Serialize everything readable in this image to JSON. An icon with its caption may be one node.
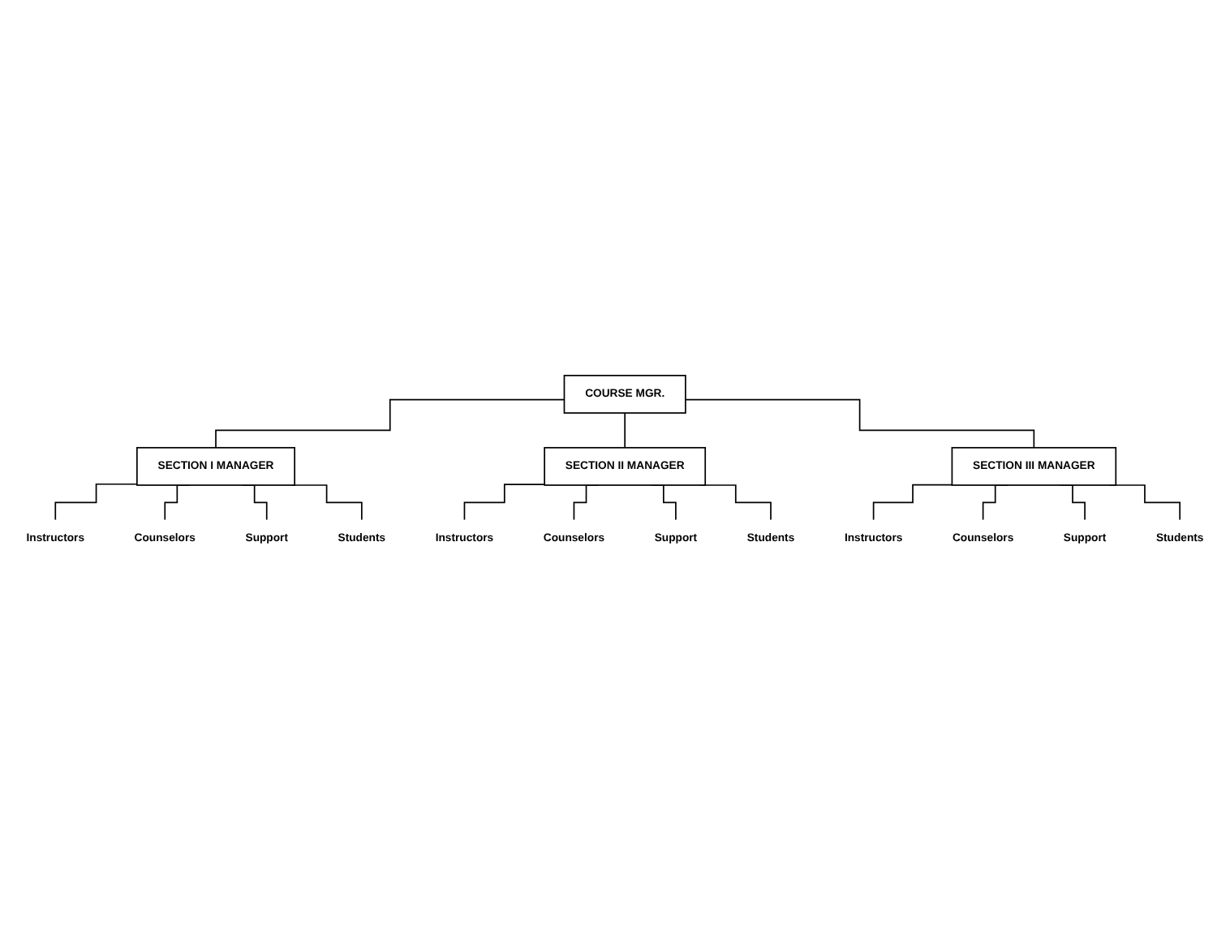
{
  "diagram": {
    "nodes": [
      {
        "text": [
          "COURSE MGR."
        ]
      },
      {
        "text": [
          "SECTION I MANAGER"
        ]
      },
      {
        "text": [
          "SECTION II MANAGER"
        ]
      },
      {
        "text": [
          "SECTION III MANAGER"
        ]
      },
      {
        "text": [
          "Instructors"
        ]
      },
      {
        "text": [
          "Counselors"
        ]
      },
      {
        "text": [
          "Support"
        ]
      },
      {
        "text": [
          "Students"
        ]
      },
      {
        "text": [
          "Instructors"
        ]
      },
      {
        "text": [
          "Counselors"
        ]
      },
      {
        "text": [
          "Support"
        ]
      },
      {
        "text": [
          "Students"
        ]
      },
      {
        "text": [
          "Instructors"
        ]
      },
      {
        "text": [
          "Counselors"
        ]
      },
      {
        "text": [
          "Support"
        ]
      },
      {
        "text": [
          "Students"
        ]
      }
    ],
    "edges": [
      {
        "from": 0,
        "to": 1,
        "arrow": "none"
      },
      {
        "from": 0,
        "to": 2,
        "arrow": "none"
      },
      {
        "from": 0,
        "to": 3,
        "arrow": "none"
      },
      {
        "from": 1,
        "to": 4,
        "arrow": "none"
      },
      {
        "from": 1,
        "to": 5,
        "arrow": "none"
      },
      {
        "from": 1,
        "to": 6,
        "arrow": "none"
      },
      {
        "from": 1,
        "to": 7,
        "arrow": "none"
      },
      {
        "from": 2,
        "to": 8,
        "arrow": "none"
      },
      {
        "from": 2,
        "to": 9,
        "arrow": "none"
      },
      {
        "from": 2,
        "to": 10,
        "arrow": "none"
      },
      {
        "from": 2,
        "to": 11,
        "arrow": "none"
      },
      {
        "from": 3,
        "to": 12,
        "arrow": "none"
      },
      {
        "from": 3,
        "to": 13,
        "arrow": "none"
      },
      {
        "from": 3,
        "to": 14,
        "arrow": "none"
      },
      {
        "from": 3,
        "to": 15,
        "arrow": "none"
      }
    ]
  }
}
